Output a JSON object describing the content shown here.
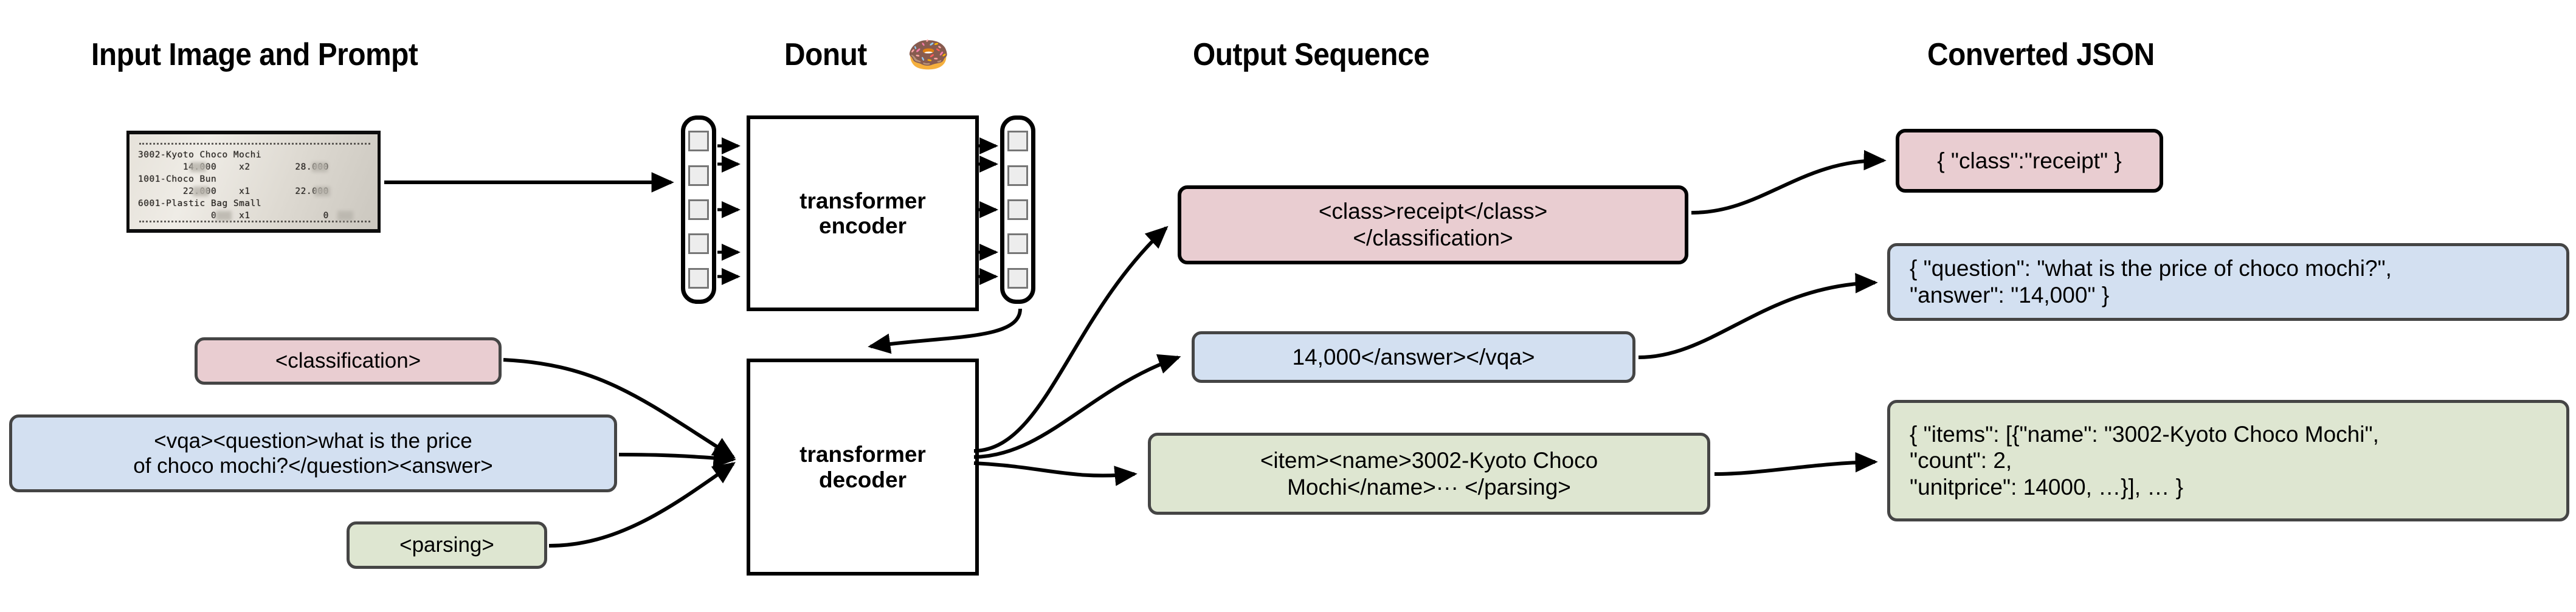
{
  "headers": {
    "input": "Input Image and Prompt",
    "model": "Donut",
    "model_icon": "donut-emoji",
    "output": "Output Sequence",
    "json": "Converted JSON"
  },
  "receipt": {
    "lines": [
      "3002-Kyoto Choco Mochi",
      "        14.000    x2        28.000",
      "1001-Choco Bun",
      "        22.000    x1        22.000",
      "6001-Plastic Bag Small",
      "             0    x1             0"
    ],
    "items": [
      {
        "name": "3002-Kyoto Choco Mochi",
        "unitprice": "14.000",
        "count": "x2",
        "price": "28.000"
      },
      {
        "name": "1001-Choco Bun",
        "unitprice": "22.000",
        "count": "x1",
        "price": "22.000"
      },
      {
        "name": "6001-Plastic Bag Small",
        "unitprice": "0",
        "count": "x1",
        "price": "0"
      }
    ]
  },
  "prompts": [
    {
      "id": "classification",
      "text": "<classification>",
      "color": "pink"
    },
    {
      "id": "vqa",
      "text": "<vqa><question>what is the price\nof choco mochi?</question><answer>",
      "color": "blue"
    },
    {
      "id": "parsing",
      "text": "<parsing>",
      "color": "green"
    }
  ],
  "model": {
    "encoder_label": "transformer\nencoder",
    "decoder_label": "transformer\ndecoder",
    "encoder_input_tokens": 5,
    "encoder_output_tokens": 5
  },
  "outputs": [
    {
      "id": "classification",
      "text": "<class>receipt</class>\n</classification>",
      "color": "pink"
    },
    {
      "id": "vqa",
      "text": "14,000</answer></vqa>",
      "color": "blue"
    },
    {
      "id": "parsing",
      "text": "<item><name>3002-Kyoto Choco\nMochi</name>··· </parsing>",
      "color": "green"
    }
  ],
  "json_results": [
    {
      "id": "classification",
      "text": "{ \"class\":\"receipt\" }",
      "color": "pink"
    },
    {
      "id": "vqa",
      "text": "{ \"question\": \"what is the price of choco mochi?\",\n     \"answer\": \"14,000\" }",
      "color": "blue"
    },
    {
      "id": "parsing",
      "text": "{ \"items\": [{\"name\": \"3002-Kyoto Choco Mochi\",\n      \"count\": 2,\n      \"unitprice\": 14000, …}], … }",
      "color": "green"
    }
  ],
  "colors": {
    "pink": "#e9cdd1",
    "blue": "#d3e0f1",
    "green": "#dee6d1",
    "border_gray": "#454545",
    "border_black": "#000000",
    "token_fill": "#ededed",
    "token_border": "#767676"
  }
}
